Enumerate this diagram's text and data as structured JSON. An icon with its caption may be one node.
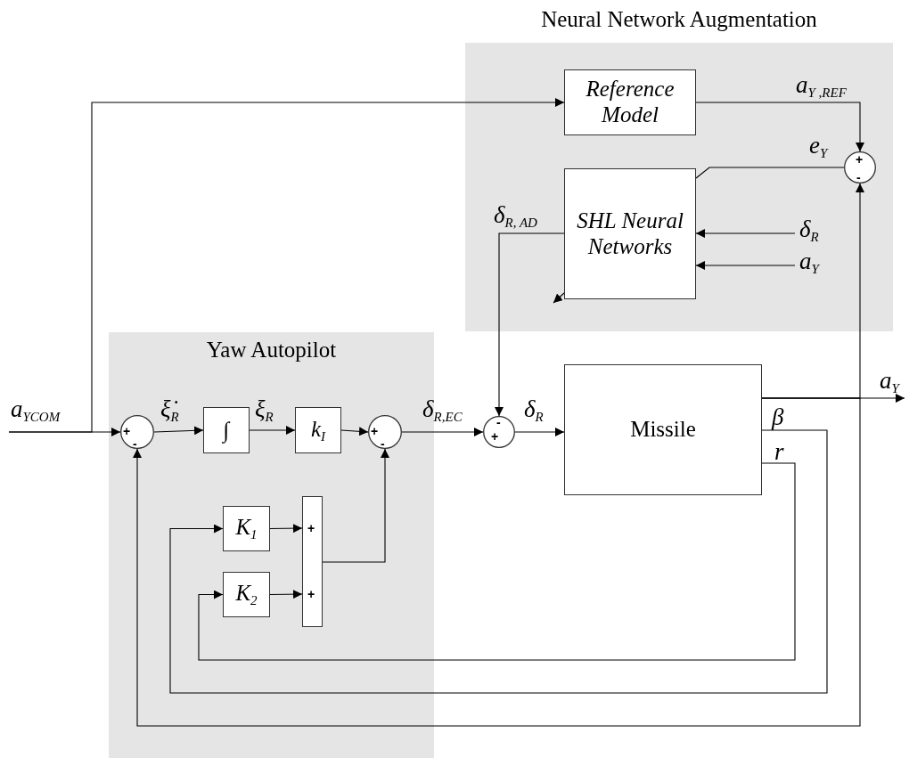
{
  "diagram": {
    "nodes": [
      {
        "text": [
          "Neural Network Augmentation"
        ]
      },
      {
        "text": [
          "Reference Model"
        ],
        "in": 0
      },
      {
        "text": [
          "+",
          "-"
        ],
        "in": 0
      },
      {
        "text": [
          "SHL Neural Networks"
        ],
        "in": 0
      },
      {
        "text": [
          "Yaw Autopilot"
        ]
      },
      {
        "text": [
          "+",
          "-"
        ],
        "in": 4
      },
      {
        "text": [
          "∫"
        ],
        "in": 4
      },
      {
        "text": [
          "k$_{I}$"
        ],
        "in": 4
      },
      {
        "text": [
          "+",
          "-"
        ],
        "in": 4
      },
      {
        "text": [
          "K$_{1}$"
        ],
        "in": 4
      },
      {
        "text": [
          "K$_{2}$"
        ],
        "in": 4
      },
      {
        "text": [
          "+",
          "+"
        ],
        "in": 4
      },
      {
        "text": [
          "-",
          "+"
        ]
      },
      {
        "text": [
          "Missile"
        ]
      }
    ],
    "edges": [
      {
        "from": null,
        "to": 5,
        "arrow": "to",
        "label": "a$_{YCOM}$"
      },
      {
        "from": null,
        "to": 1,
        "arrow": "to"
      },
      {
        "from": 1,
        "to": 2,
        "arrow": "to",
        "label": "a$_{Y ,REF}$"
      },
      {
        "from": 2,
        "to": 3,
        "arrow": "none",
        "label": "e$_{Y}$"
      },
      {
        "from": null,
        "to": 3,
        "arrow": "to",
        "label": "δ$_{R}$"
      },
      {
        "from": null,
        "to": 3,
        "arrow": "to",
        "label": "a$_{Y}$"
      },
      {
        "from": 3,
        "to": 12,
        "arrow": "to",
        "label": "δ$_{R, AD}$"
      },
      {
        "from": 5,
        "to": 6,
        "arrow": "to",
        "label": "ξ̇$_{R}$"
      },
      {
        "from": 6,
        "to": 7,
        "arrow": "to",
        "label": "ξ$_{R}$"
      },
      {
        "from": 7,
        "to": 8,
        "arrow": "to"
      },
      {
        "from": 8,
        "to": 12,
        "arrow": "to",
        "label": "δ$_{R,EC}$"
      },
      {
        "from": 12,
        "to": 13,
        "arrow": "to",
        "label": "δ$_{R}$"
      },
      {
        "from": 13,
        "to": null,
        "arrow": "to",
        "label": "a$_{Y}$"
      },
      {
        "from": 13,
        "to": 2,
        "arrow": "to"
      },
      {
        "from": 13,
        "to": 5,
        "arrow": "to"
      },
      {
        "from": 13,
        "to": 9,
        "arrow": "to",
        "label": "β"
      },
      {
        "from": 13,
        "to": 10,
        "arrow": "to",
        "label": "r"
      },
      {
        "from": 9,
        "to": 11,
        "arrow": "to"
      },
      {
        "from": 10,
        "to": 11,
        "arrow": "to"
      },
      {
        "from": 11,
        "to": 8,
        "arrow": "to"
      }
    ]
  }
}
